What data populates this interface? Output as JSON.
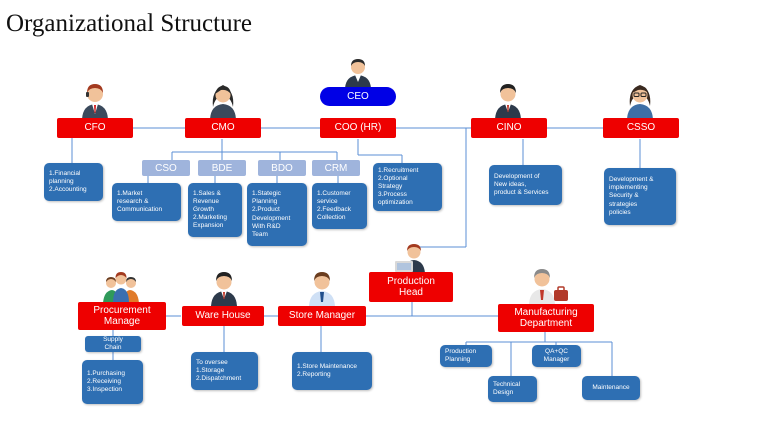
{
  "title": "Organizational Structure",
  "colors": {
    "red": "#ee0000",
    "blue": "#2e6fb3",
    "light_blue": "#9fb4dc",
    "ceo_blue": "#0000e6",
    "line": "#5b8fd6"
  },
  "ceo": {
    "label": "CEO"
  },
  "top_row": {
    "cfo": "CFO",
    "cmo": "CMO",
    "coo": "COO (HR)",
    "cino": "CINO",
    "csso": "CSSO"
  },
  "cmo_sub": {
    "cso": "CSO",
    "bde": "BDE",
    "bdo": "BDO",
    "crm": "CRM"
  },
  "notes": {
    "cfo": [
      "1.Financial",
      "planning",
      "2.Accounting"
    ],
    "cso": [
      "1.Market",
      "research &",
      "Communication"
    ],
    "bde": [
      "1.Sales &",
      "Revenue",
      "Growth",
      "2.Marketing",
      "Expansion"
    ],
    "bdo": [
      "1.Stategic",
      "Planning",
      "2.Product",
      "Development",
      "With R&D",
      "Team"
    ],
    "crm": [
      "1.Customer",
      "service",
      "2.Feedback",
      "Collection"
    ],
    "coo": [
      "1.Recruitment",
      "2.Optional",
      "Strategy",
      "3.Process",
      "optimization"
    ],
    "cino": [
      "Development of",
      "New ideas,",
      "product & Services"
    ],
    "csso": [
      "Development &",
      "implementing",
      "Security &",
      "strategies",
      "policies"
    ]
  },
  "production_head": "Production Head",
  "bottom_row": {
    "procurement": "Procurement Manage",
    "warehouse": "Ware House",
    "store": "Store Manager",
    "manufacturing": "Manufacturing Department"
  },
  "bottom_notes": {
    "supply_chain": [
      "Supply",
      "Chain"
    ],
    "procurement": [
      "1.Purchasing",
      "2.Receiving",
      "3.Inspection"
    ],
    "warehouse": [
      "To oversee",
      "1.Storage",
      "2.Dispatchment"
    ],
    "store": [
      "1.Store Maintenance",
      "2.Reporting"
    ]
  },
  "manufacturing_sub": {
    "production_planning": [
      "Production",
      "Planning"
    ],
    "qa_qc": [
      "QA+QC",
      "Manager"
    ],
    "technical_design": [
      "Technical",
      "Design"
    ],
    "maintenance": [
      "Maintenance"
    ]
  }
}
